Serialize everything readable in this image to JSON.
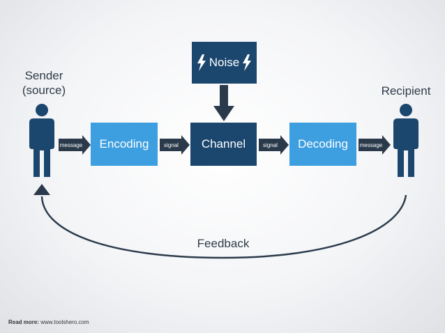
{
  "sender": {
    "line1": "Sender",
    "line2": "(source)"
  },
  "recipient": {
    "label": "Recipient"
  },
  "noise": {
    "label": "Noise",
    "bolt_icon_left": "lightning-bolt-icon",
    "bolt_icon_right": "lightning-bolt-icon"
  },
  "boxes": {
    "encoding": "Encoding",
    "channel": "Channel",
    "decoding": "Decoding"
  },
  "arrows": {
    "sender_to_encoding": "message",
    "encoding_to_channel": "signal",
    "channel_to_decoding": "signal",
    "decoding_to_recipient": "message"
  },
  "feedback": {
    "label": "Feedback"
  },
  "footer": {
    "prefix": "Read more:",
    "url": "www.toolshero.com"
  },
  "colors": {
    "light_box": "#3d9ee0",
    "dark_box": "#1b466e",
    "person": "#1b466e",
    "arrow": "#2b3a4b"
  }
}
